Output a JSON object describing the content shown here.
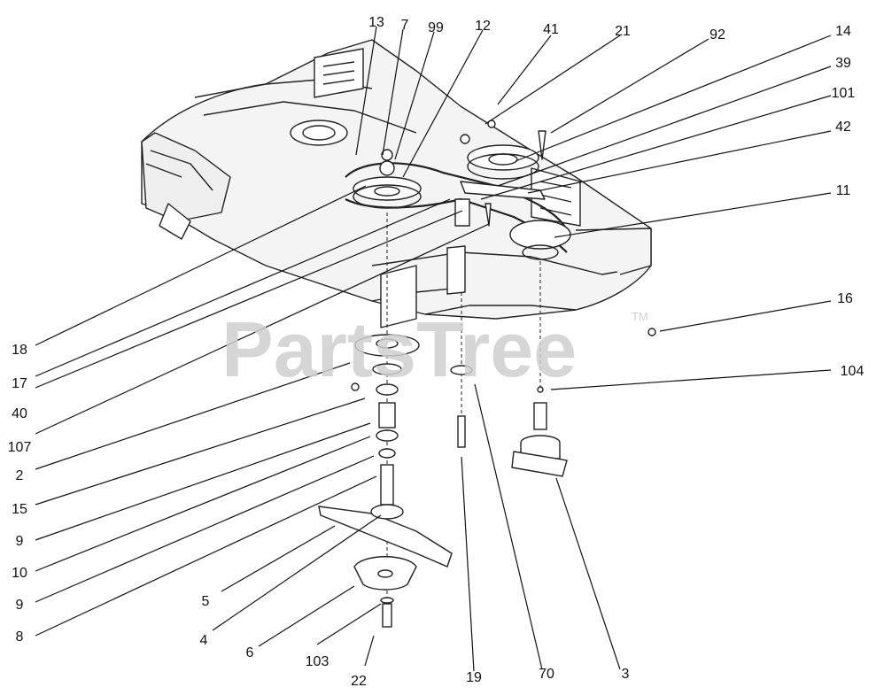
{
  "watermark": {
    "text": "PartsTree",
    "trademark": "TM"
  },
  "callouts": [
    "13",
    "7",
    "99",
    "12",
    "41",
    "21",
    "92",
    "14",
    "39",
    "101",
    "42",
    "11",
    "16",
    "104",
    "18",
    "17",
    "40",
    "107",
    "2",
    "15",
    "9",
    "10",
    "9",
    "8",
    "5",
    "4",
    "6",
    "103",
    "22",
    "19",
    "70",
    "3"
  ]
}
